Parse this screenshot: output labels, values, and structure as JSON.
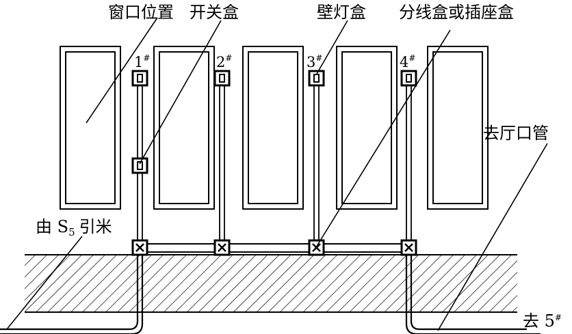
{
  "labels": {
    "window": "窗口位置",
    "switch_box": "开关盒",
    "wall_lamp_box": "壁灯盒",
    "junction_box": "分线盒或插座盒",
    "to_hall": "去厅口管",
    "from_s5": "由 S",
    "from_s5_sub": "5",
    "from_s5_tail": "引米",
    "to_5": "去 5"
  },
  "sup_mark": "#",
  "boxes": [
    {
      "number": "1"
    },
    {
      "number": "2"
    },
    {
      "number": "3"
    },
    {
      "number": "4"
    }
  ],
  "colors": {
    "line": "#000000",
    "background": "#ffffff"
  }
}
